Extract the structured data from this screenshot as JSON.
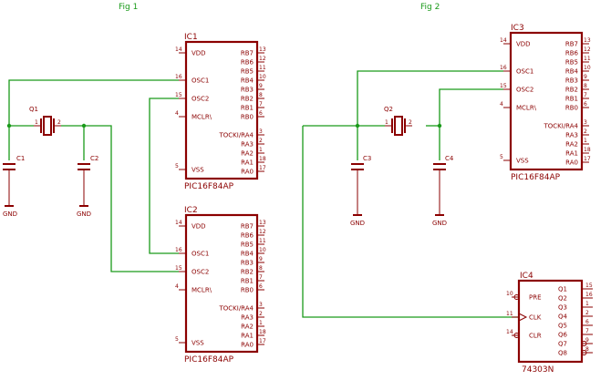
{
  "figures": {
    "fig1": "Fig 1",
    "fig2": "Fig 2"
  },
  "chips": {
    "ic1": {
      "name": "IC1",
      "part": "PIC16F84AP"
    },
    "ic2": {
      "name": "IC2",
      "part": "PIC16F84AP"
    },
    "ic3": {
      "name": "IC3",
      "part": "PIC16F84AP"
    },
    "ic4": {
      "name": "IC4",
      "part": "74303N"
    }
  },
  "pic_pins": {
    "left": [
      {
        "num": "14",
        "label": "VDD"
      },
      {
        "num": "16",
        "label": "OSC1"
      },
      {
        "num": "15",
        "label": "OSC2"
      },
      {
        "num": "4",
        "label": "MCLR\\"
      },
      {
        "num": "5",
        "label": "VSS"
      }
    ],
    "right": [
      {
        "num": "13",
        "label": "RB7"
      },
      {
        "num": "12",
        "label": "RB6"
      },
      {
        "num": "11",
        "label": "RB5"
      },
      {
        "num": "10",
        "label": "RB4"
      },
      {
        "num": "9",
        "label": "RB3"
      },
      {
        "num": "8",
        "label": "RB2"
      },
      {
        "num": "7",
        "label": "RB1"
      },
      {
        "num": "6",
        "label": "RB0"
      },
      {
        "num": "3",
        "label": "TOCKI/RA4"
      },
      {
        "num": "2",
        "label": "RA3"
      },
      {
        "num": "1",
        "label": "RA2"
      },
      {
        "num": "18",
        "label": "RA1"
      },
      {
        "num": "17",
        "label": "RA0"
      }
    ]
  },
  "counter_pins": {
    "left": [
      {
        "num": "10",
        "label": "PRE"
      },
      {
        "num": "11",
        "label": "CLK"
      },
      {
        "num": "14",
        "label": "CLR"
      }
    ],
    "right": [
      {
        "num": "15",
        "label": "Q1"
      },
      {
        "num": "16",
        "label": "Q2"
      },
      {
        "num": "1",
        "label": "Q3"
      },
      {
        "num": "2",
        "label": "Q4"
      },
      {
        "num": "6",
        "label": "Q5"
      },
      {
        "num": "7",
        "label": "Q6"
      },
      {
        "num": "9",
        "label": "Q7"
      },
      {
        "num": "8",
        "label": "Q8"
      }
    ]
  },
  "crystals": {
    "q1": "Q1",
    "q2": "Q2",
    "pin1": "1",
    "pin2": "2"
  },
  "capacitors": {
    "c1": "C1",
    "c2": "C2",
    "c3": "C3",
    "c4": "C4"
  },
  "ground_label": "GND",
  "colors": {
    "component": "#8b0000",
    "wire": "#1a9a1a",
    "background": "#ffffff"
  }
}
